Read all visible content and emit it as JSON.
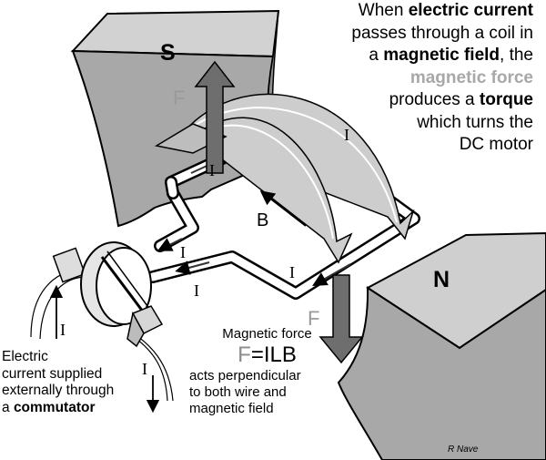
{
  "caption": {
    "line1_pre": "When ",
    "line1_bold": "electric current",
    "line2": "passes through a  coil in",
    "line3_pre": "a ",
    "line3_bold": "magnetic field",
    "line3_post": ", the",
    "line4_grey": "magnetic force",
    "line5_pre": "produces a ",
    "line5_bold": "torque",
    "line6": "which turns the",
    "line7": "DC motor"
  },
  "poles": {
    "south": "S",
    "north": "N"
  },
  "labels": {
    "force": "F",
    "field": "B",
    "current": "I"
  },
  "force_box": {
    "title": "Magnetic force",
    "formula_f": "F",
    "formula_rest": "=ILB",
    "line1": "acts perpendicular",
    "line2": "to both wire and",
    "line3": "magnetic field"
  },
  "commutator_text": {
    "line1": "Electric",
    "line2": "current supplied",
    "line3": "externally through",
    "line4_pre": "a ",
    "line4_bold": "commutator"
  },
  "credit": "R Nave",
  "colors": {
    "magnet": "#aaaaaa",
    "arrow": "#6e6e6e",
    "grey_text": "#a8a8a8"
  }
}
